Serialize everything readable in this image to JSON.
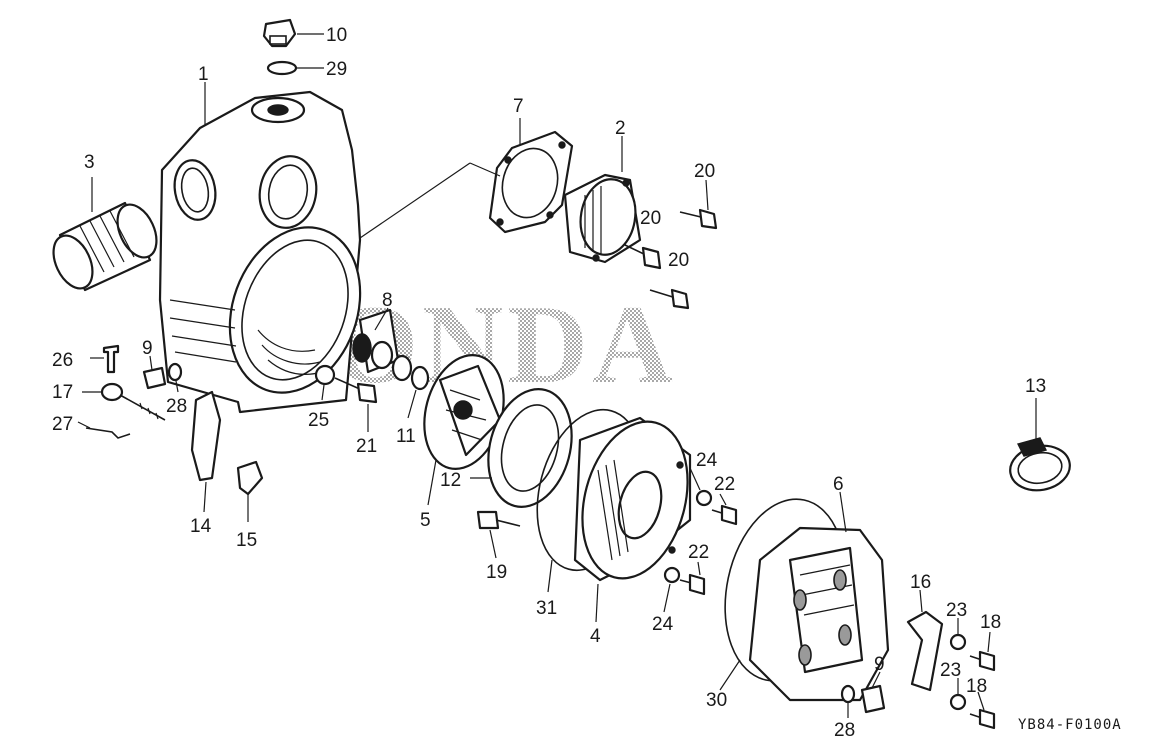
{
  "diagram": {
    "watermark": "HONDA",
    "drawing_code": "YB84-F0100A",
    "callouts": {
      "c1": "1",
      "c2": "2",
      "c3": "3",
      "c4": "4",
      "c5": "5",
      "c6": "6",
      "c7": "7",
      "c8": "8",
      "c9a": "9",
      "c9b": "9",
      "c10": "10",
      "c11": "11",
      "c12": "12",
      "c13": "13",
      "c14": "14",
      "c15": "15",
      "c16": "16",
      "c17": "17",
      "c18a": "18",
      "c18b": "18",
      "c19": "19",
      "c20a": "20",
      "c20b": "20",
      "c20c": "20",
      "c21": "21",
      "c22a": "22",
      "c22b": "22",
      "c23a": "23",
      "c23b": "23",
      "c24a": "24",
      "c24b": "24",
      "c25": "25",
      "c26": "26",
      "c27": "27",
      "c28a": "28",
      "c28b": "28",
      "c29": "29",
      "c30": "30",
      "c31": "31"
    }
  }
}
